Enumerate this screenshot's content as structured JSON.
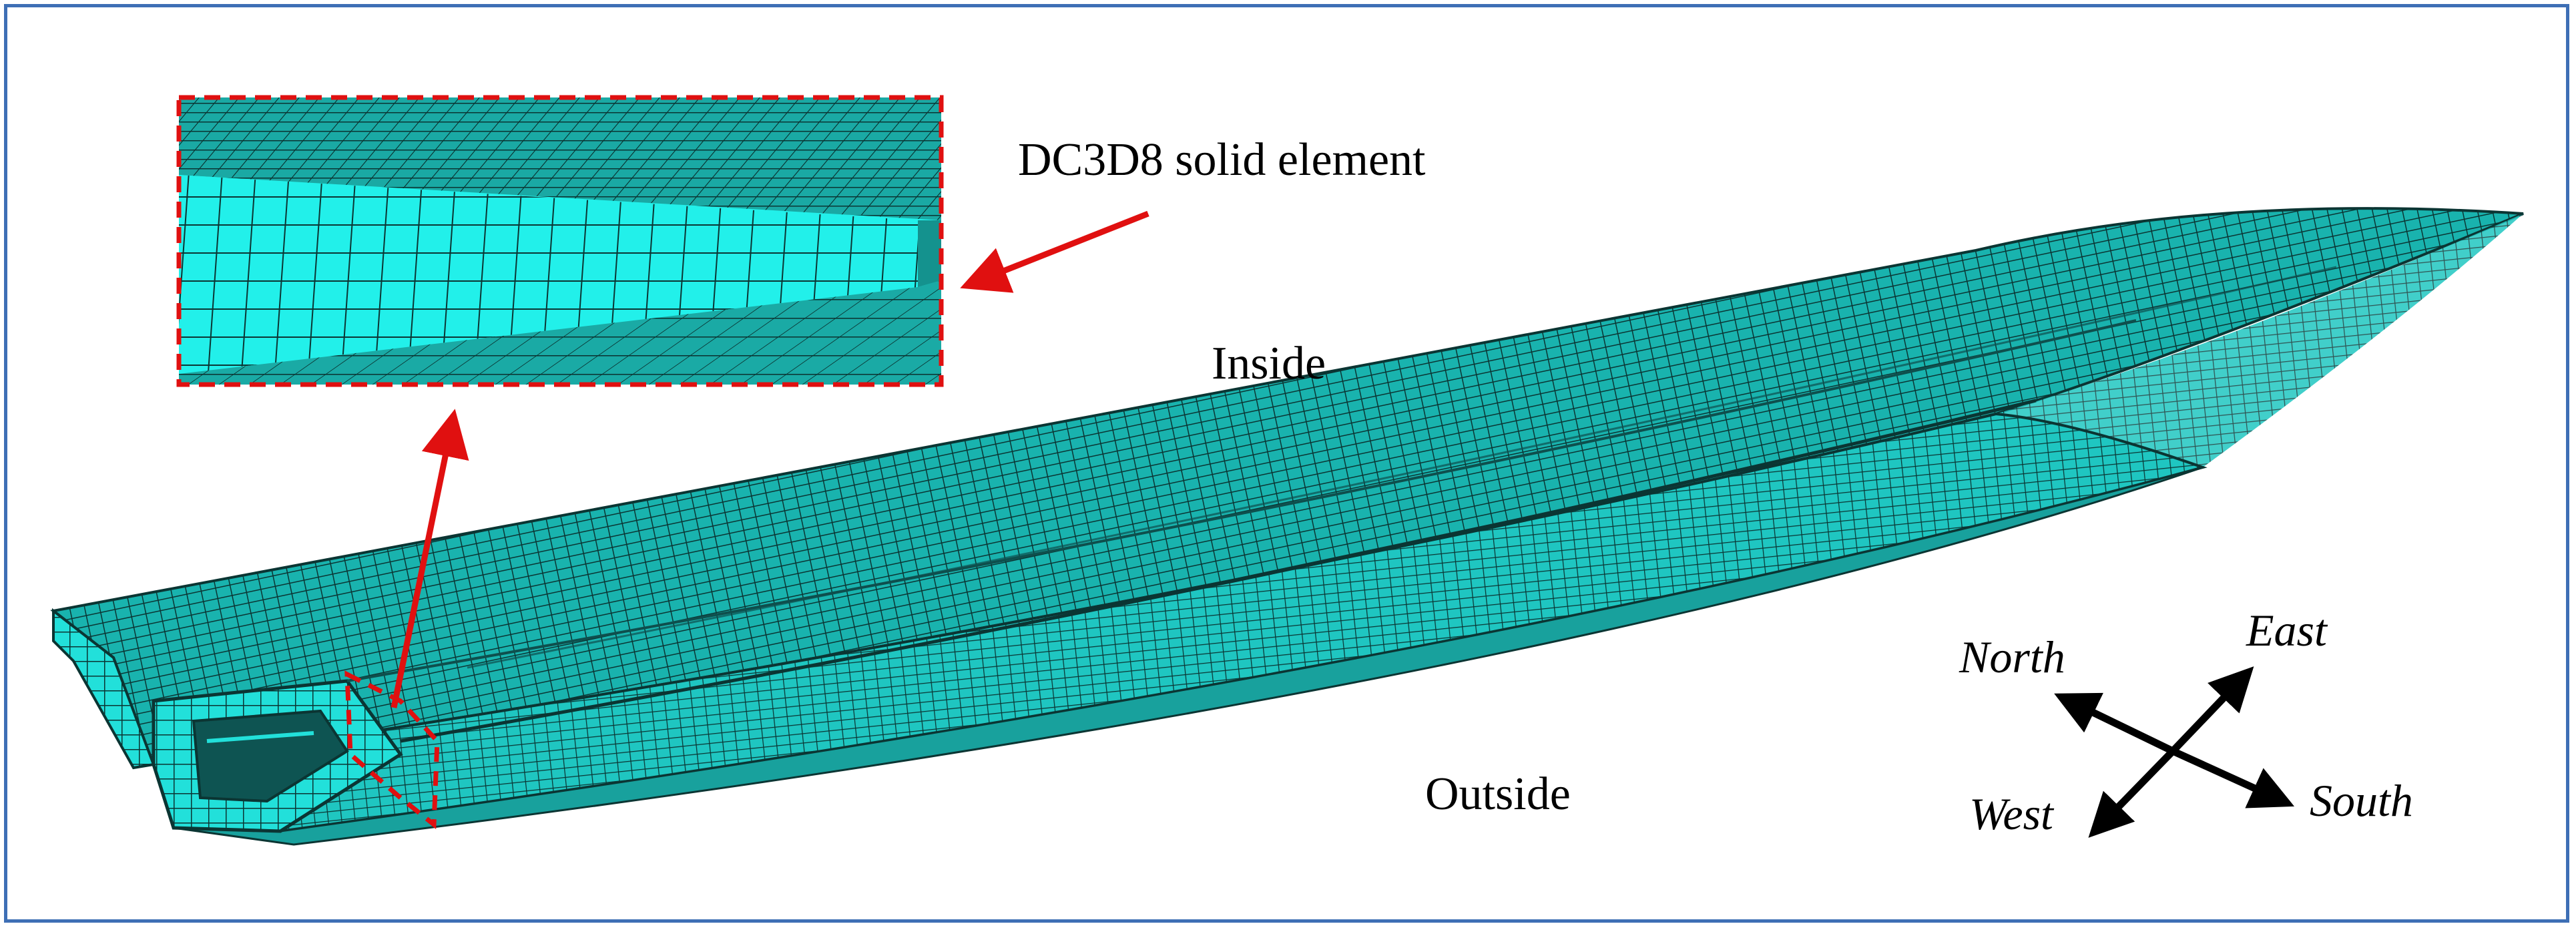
{
  "annotation": {
    "callout_label": "DC3D8 solid element",
    "inside_label": "Inside",
    "outside_label": "Outside"
  },
  "compass": {
    "north": "North",
    "east": "East",
    "west": "West",
    "south": "South"
  },
  "colors": {
    "mesh_fill": "#19b8b4",
    "mesh_face_light": "#22e8e2",
    "mesh_line": "#0a2e2d",
    "callout_red": "#e01010",
    "frame_blue": "#3e6fb5",
    "arrow_black": "#000000"
  }
}
